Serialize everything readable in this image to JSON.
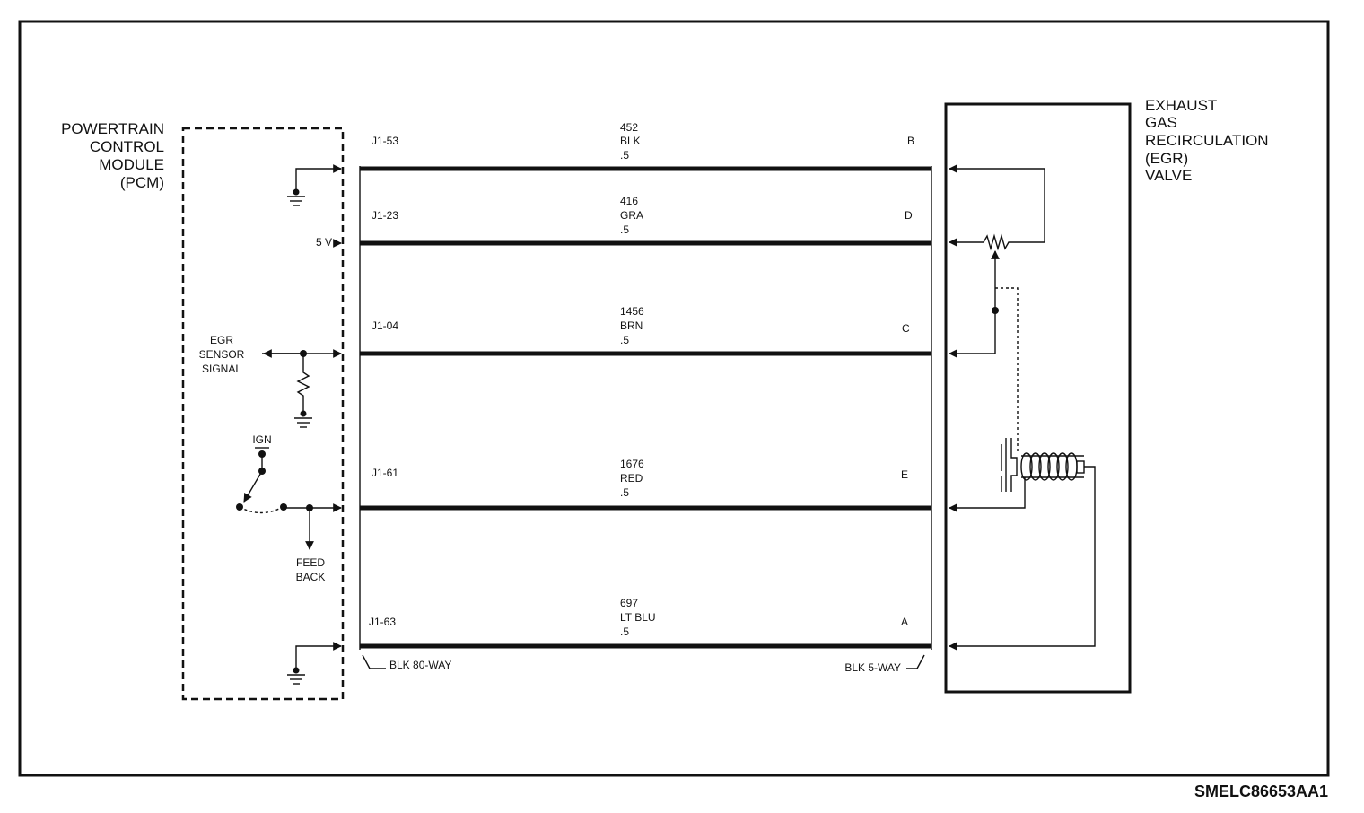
{
  "pcm": {
    "label_lines": [
      "POWERTRAIN",
      "CONTROL",
      "MODULE",
      "(PCM)"
    ],
    "five_volt": "5 V",
    "egr_signal_lines": [
      "EGR",
      "SENSOR",
      "SIGNAL"
    ],
    "ign": "IGN",
    "feedback_lines": [
      "FEED",
      "BACK"
    ]
  },
  "valve": {
    "label_lines": [
      "EXHAUST",
      "GAS",
      "RECIRCULATION",
      "(EGR)",
      "VALVE"
    ]
  },
  "circuits": [
    {
      "pcm_pin": "J1-53",
      "circuit": "452",
      "color": "BLK",
      "gauge": ".5",
      "valve_pin": "B"
    },
    {
      "pcm_pin": "J1-23",
      "circuit": "416",
      "color": "GRA",
      "gauge": ".5",
      "valve_pin": "D"
    },
    {
      "pcm_pin": "J1-04",
      "circuit": "1456",
      "color": "BRN",
      "gauge": ".5",
      "valve_pin": "C"
    },
    {
      "pcm_pin": "J1-61",
      "circuit": "1676",
      "color": "RED",
      "gauge": ".5",
      "valve_pin": "E"
    },
    {
      "pcm_pin": "J1-63",
      "circuit": "697",
      "color": "LT BLU",
      "gauge": ".5",
      "valve_pin": "A"
    }
  ],
  "connectors": {
    "left": "BLK 80-WAY",
    "right": "BLK 5-WAY"
  },
  "figure_ref": "SMELC86653AA1"
}
